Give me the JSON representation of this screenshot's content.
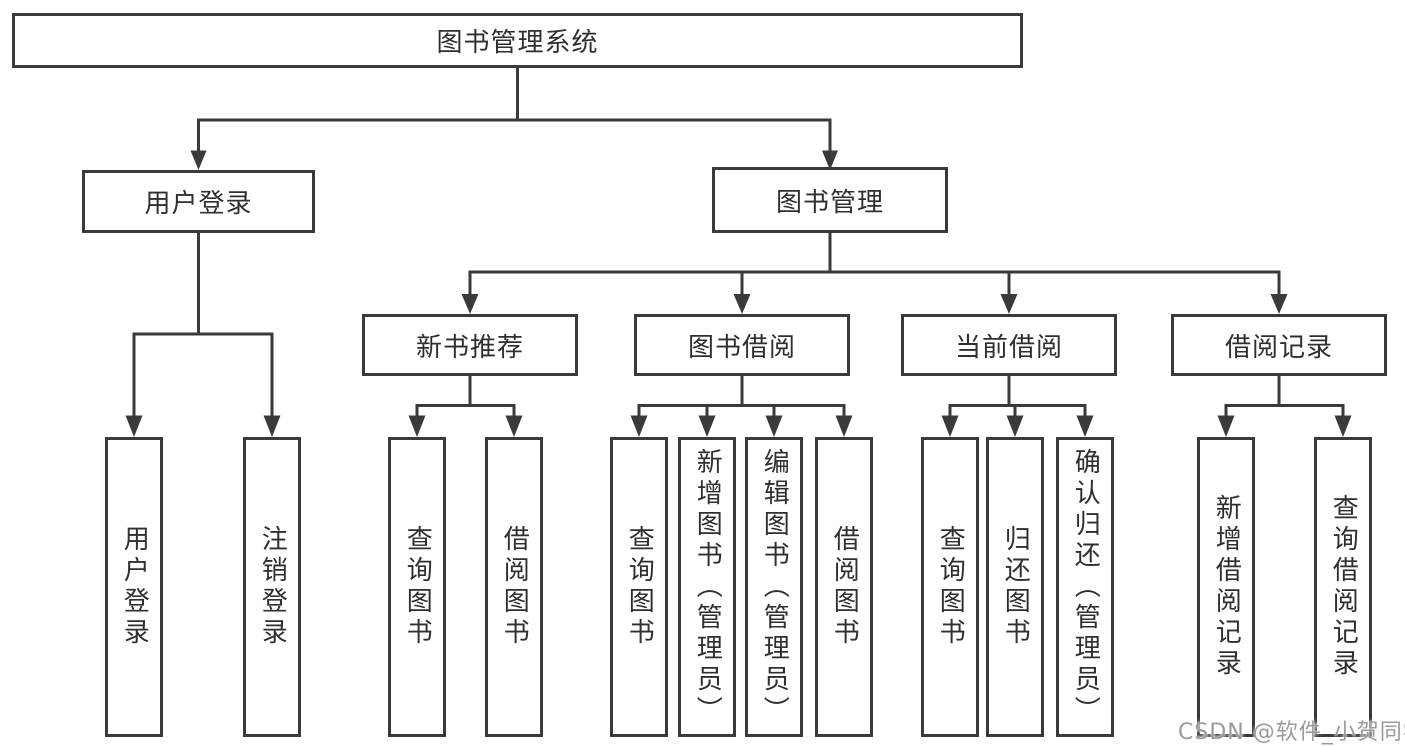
{
  "diagram": {
    "root": {
      "label": "图书管理系统"
    },
    "level2": {
      "user_login": {
        "label": "用户登录"
      },
      "book_mgmt": {
        "label": "图书管理"
      }
    },
    "level3": {
      "new_books": {
        "label": "新书推荐"
      },
      "book_borrow": {
        "label": "图书借阅"
      },
      "current_borrow": {
        "label": "当前借阅"
      },
      "borrow_records": {
        "label": "借阅记录"
      }
    },
    "leaves": {
      "user_login": [
        "用户登录",
        "注销登录"
      ],
      "new_books": [
        "查询图书",
        "借阅图书"
      ],
      "book_borrow": [
        "查询图书",
        "新增图书（管理员）",
        "编辑图书（管理员）",
        "借阅图书"
      ],
      "current_borrow": [
        "查询图书",
        "归还图书",
        "确认归还（管理员）"
      ],
      "borrow_records": [
        "新增借阅记录",
        "查询借阅记录"
      ]
    }
  },
  "watermark": "CSDN @软件_小贺同学",
  "colors": {
    "line": "#3a3a3a",
    "text": "#2f2f2f",
    "background": "#ffffff",
    "watermark": "#9b9b9b"
  }
}
